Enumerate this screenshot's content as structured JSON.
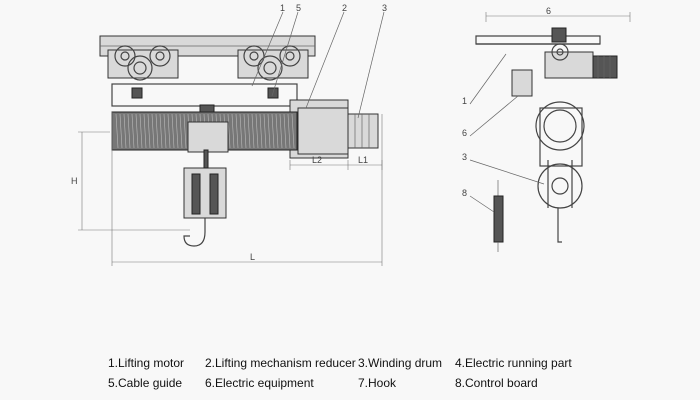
{
  "callouts": {
    "left": [
      "1",
      "5",
      "2",
      "3"
    ],
    "right_top": "6",
    "right_side": [
      "1",
      "6",
      "3",
      "8"
    ]
  },
  "dimensions": {
    "l2": "L2",
    "l1": "L1",
    "h": "H",
    "l": "L"
  },
  "legend": {
    "row1": [
      "1.Lifting motor",
      "2.Lifting mechanism reducer",
      "3.Winding drum",
      "4.Electric running part"
    ],
    "row2": [
      "5.Cable guide",
      "6.Electric equipment",
      "7.Hook",
      "8.Control board"
    ]
  }
}
